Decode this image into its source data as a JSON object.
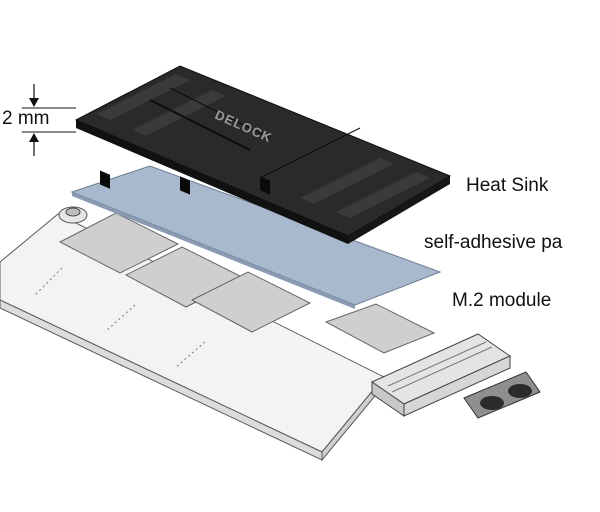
{
  "labels": {
    "heat_sink": "Heat Sink",
    "pad": "self-adhesive pa",
    "module": "M.2  module"
  },
  "dimension": {
    "value": "2",
    "unit": "mm"
  },
  "brand_logo": "DELOCK",
  "colors": {
    "heat_sink": "#1c1c1c",
    "pad": "#a9b9cd",
    "board": "#f2f2f2",
    "chip": "#cfcfcf",
    "outline": "#555555"
  }
}
